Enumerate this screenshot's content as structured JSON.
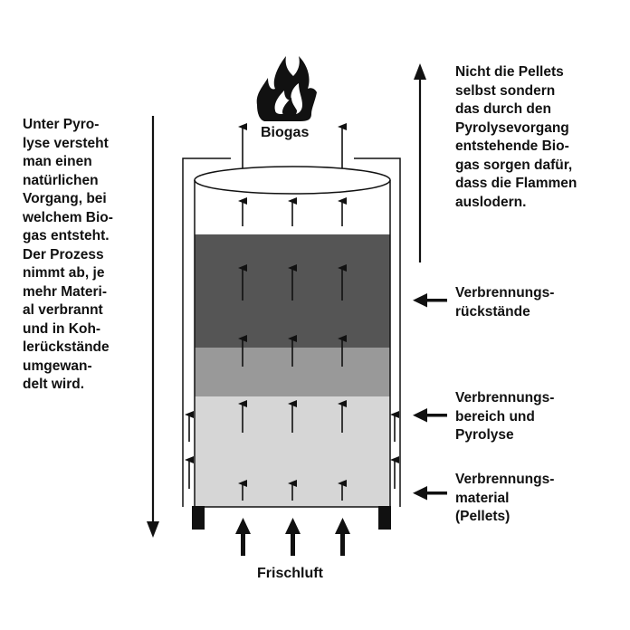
{
  "texts": {
    "left_description": "Unter Pyro-\nlyse versteht\nman einen\nnatürlichen\nVorgang, bei\nwelchem Bio-\ngas entsteht.\nDer Prozess\nnimmt ab, je\nmehr Materi-\nal verbrannt\nund in Koh-\nlerückstände\numgewan-\ndelt wird.",
    "right_description": "Nicht die Pellets\nselbst sondern\ndas durch den\nPyrolysevorgang\nentstehende Bio-\ngas sorgen dafür,\ndass die Flammen\nauslodern."
  },
  "labels": {
    "biogas": "Biogas",
    "frischluft": "Frischluft",
    "rueckstaende": "Verbrennungs-\nrückstände",
    "bereich": "Verbrennungs-\nbereich und\nPyrolyse",
    "material": "Verbrennungs-\nmaterial\n(Pellets)"
  },
  "colors": {
    "residue_layer": "#555555",
    "combustion_layer": "#999999",
    "material_layer": "#d6d6d6",
    "outline": "#111111"
  },
  "icons": [
    "flame-icon",
    "arrow-up-icon",
    "arrow-down-icon",
    "arrow-left-icon"
  ]
}
